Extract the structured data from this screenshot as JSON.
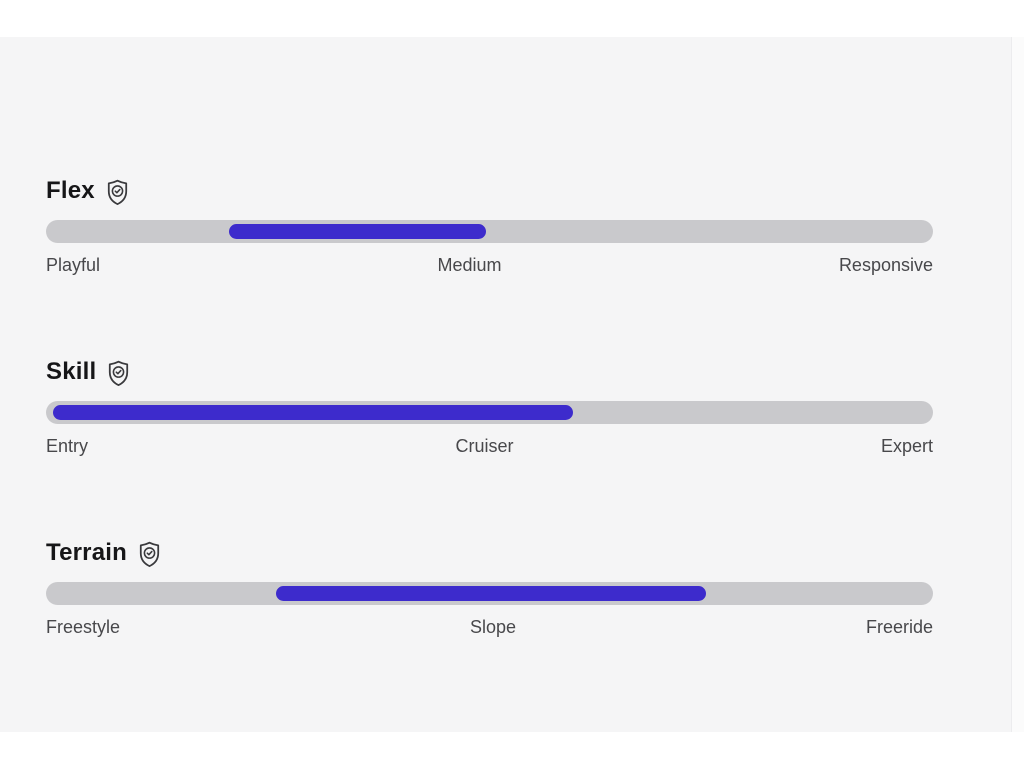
{
  "colors": {
    "page_bg": "#ffffff",
    "panel_bg": "#f5f5f6",
    "track": "#c9c9cc",
    "fill": "#3d2bcc",
    "title": "#161618",
    "label": "#48484b",
    "icon_stroke": "#3a3a3d"
  },
  "sections": [
    {
      "title": "Flex",
      "icon": "shield-check-icon",
      "range": {
        "start_pct": 20.6,
        "end_pct": 49.6
      },
      "labels": {
        "left": "Playful",
        "center": "Medium",
        "right": "Responsive"
      }
    },
    {
      "title": "Skill",
      "icon": "shield-check-icon",
      "range": {
        "start_pct": 0.8,
        "end_pct": 59.4
      },
      "labels": {
        "left": "Entry",
        "center": "Cruiser",
        "right": "Expert"
      }
    },
    {
      "title": "Terrain",
      "icon": "shield-check-icon",
      "range": {
        "start_pct": 25.9,
        "end_pct": 74.4
      },
      "labels": {
        "left": "Freestyle",
        "center": "Slope",
        "right": "Freeride"
      }
    }
  ]
}
